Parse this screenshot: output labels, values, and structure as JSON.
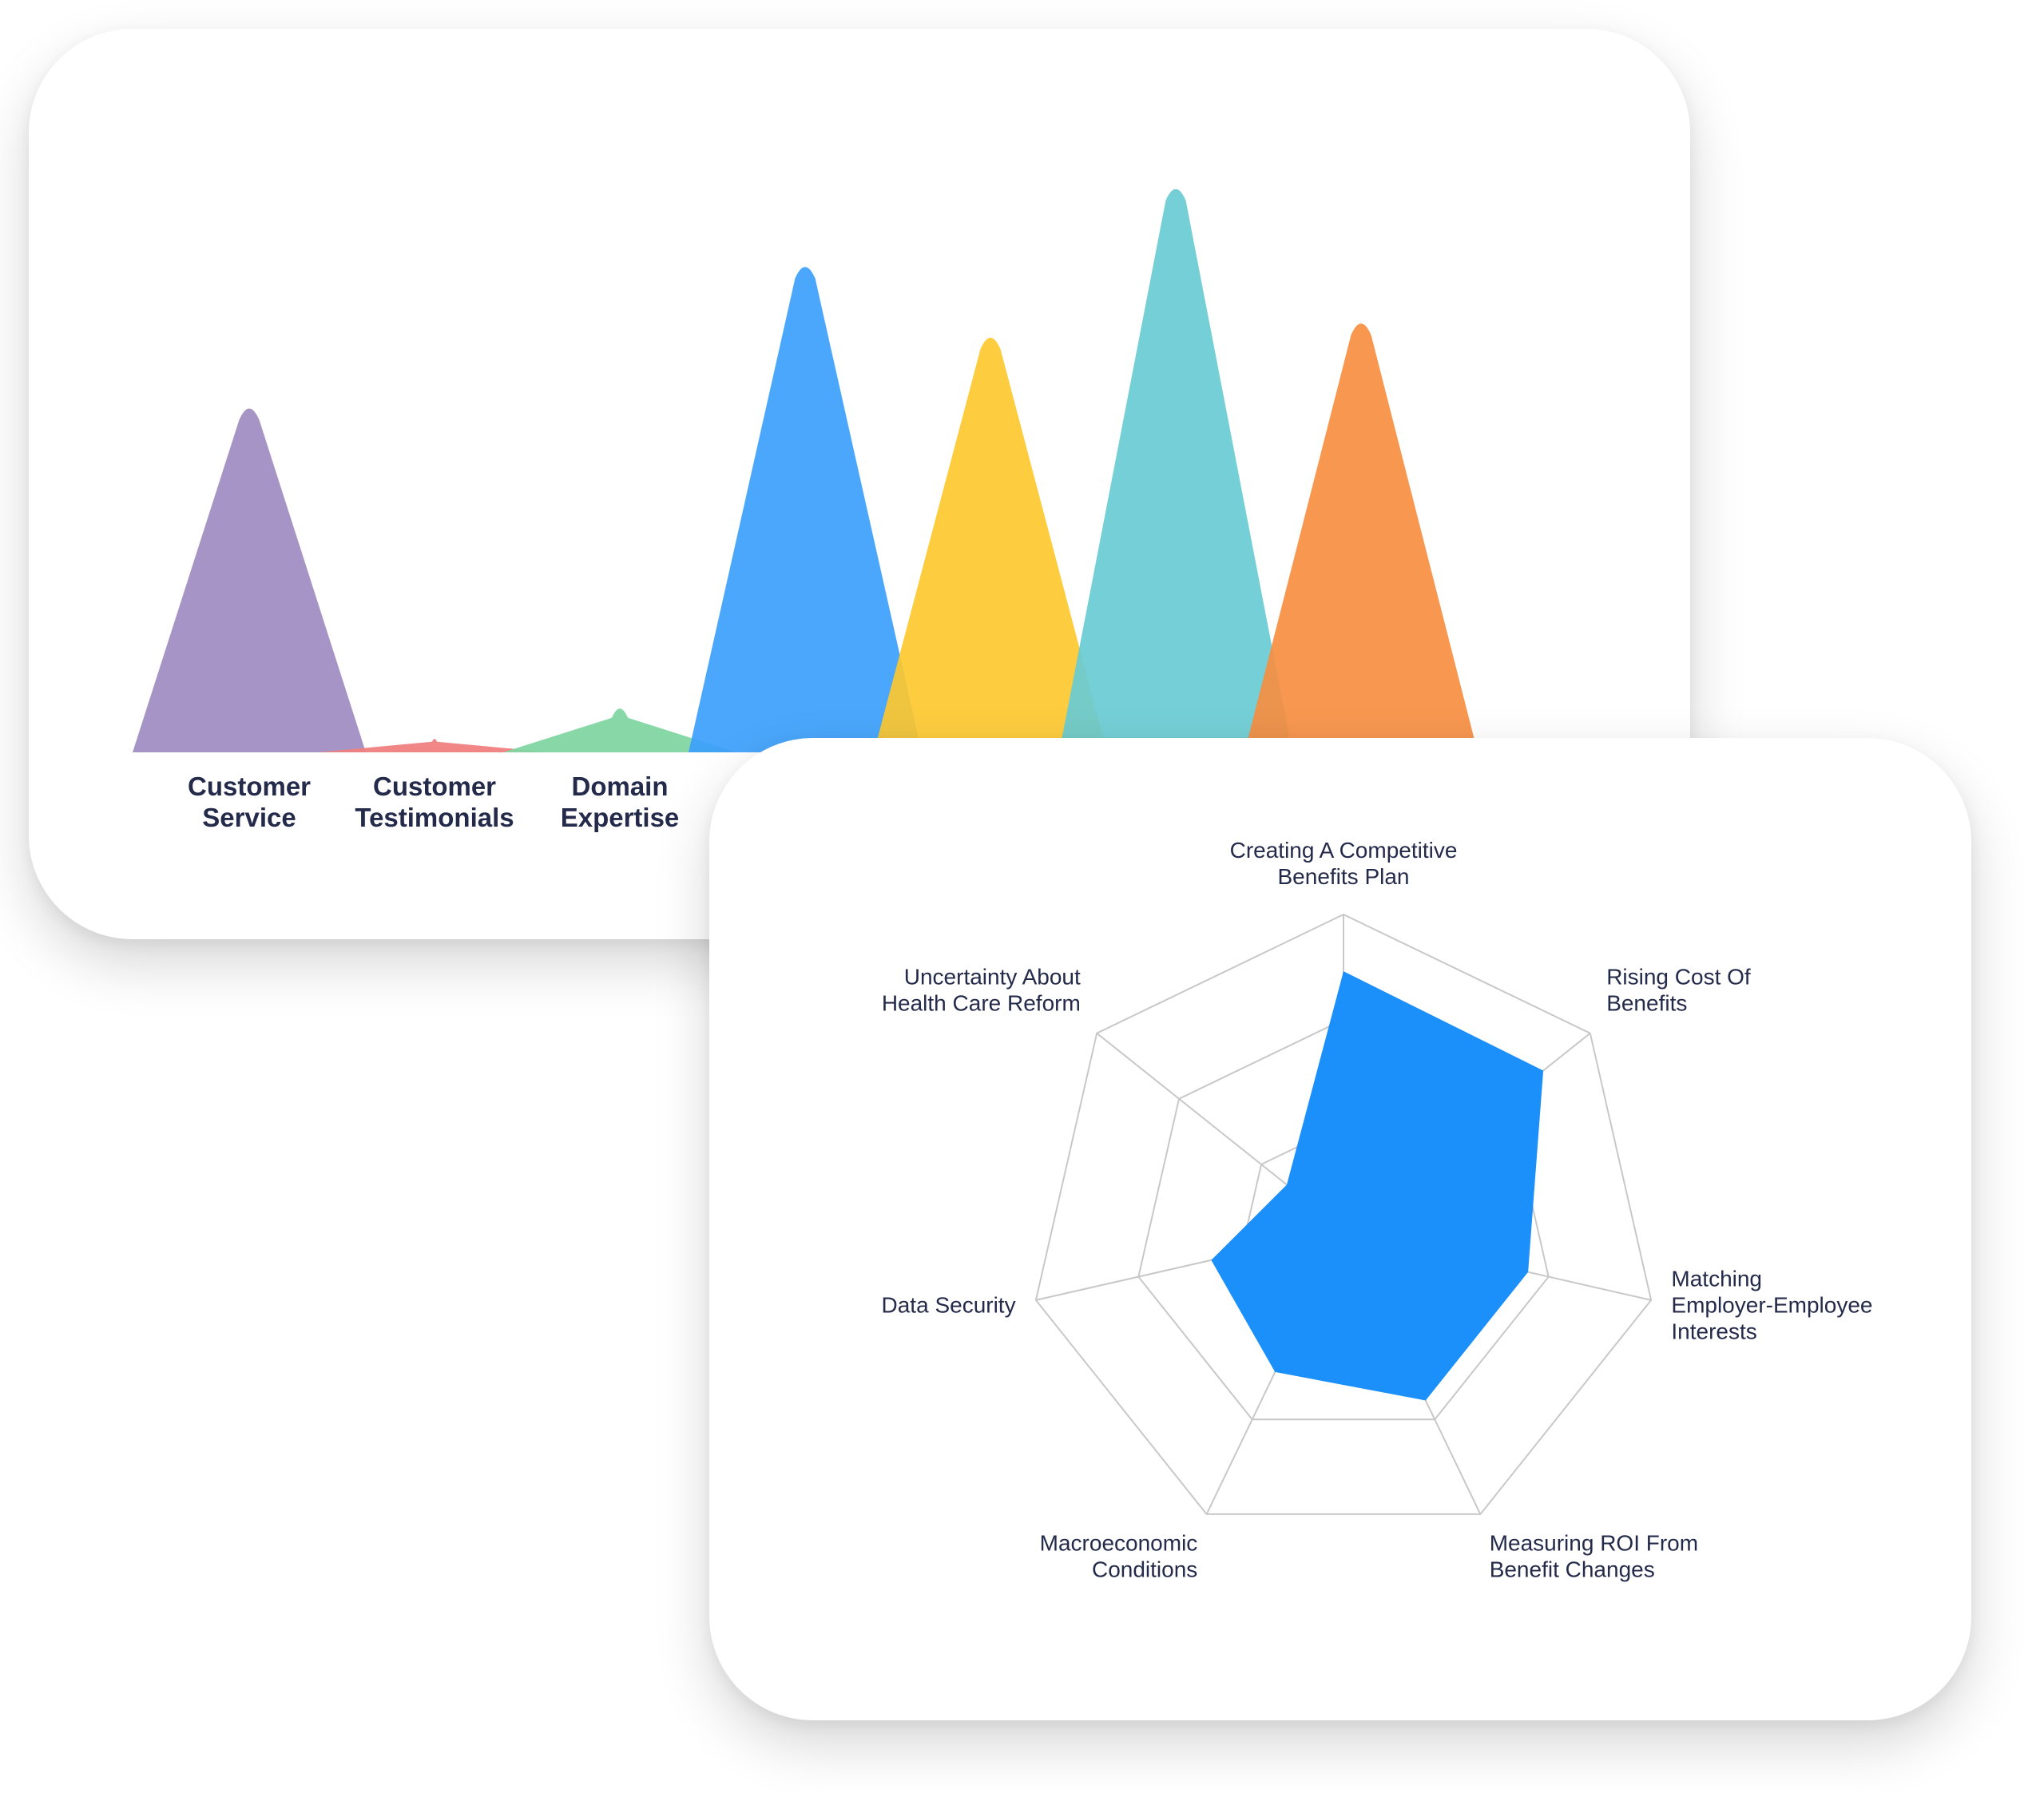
{
  "charts": {
    "peaks": {
      "colors": [
        "#a08ec2",
        "#ef7f7f",
        "#82d6a2",
        "#3b9ffb",
        "#fdc82f",
        "#69cbd2",
        "#f68e41"
      ],
      "chart_data": {
        "type": "area",
        "title": "",
        "xlabel": "",
        "ylabel": "",
        "categories": [
          [
            "Customer",
            "Service"
          ],
          [
            "Customer",
            "Testimonials"
          ],
          [
            "Domain",
            "Expertise"
          ],
          null,
          null,
          null,
          null
        ],
        "values": [
          49,
          2,
          6.5,
          69,
          59,
          80,
          61
        ],
        "ylim": [
          0,
          100
        ],
        "grid": false,
        "legend": "none"
      }
    },
    "radar": {
      "fill_color": "#1b8ffa",
      "grid_color": "#c8c8c8",
      "chart_data": {
        "type": "radar",
        "title": "",
        "axes": [
          [
            "Creating A Competitive",
            "Benefits Plan"
          ],
          [
            "Rising Cost Of",
            "Benefits"
          ],
          [
            "Matching",
            "Employer-Employee",
            "Interests"
          ],
          [
            "Measuring ROI From",
            "Benefit Changes"
          ],
          [
            "Macroeconomic",
            "Conditions"
          ],
          [
            "Data Security"
          ],
          [
            "Uncertainty About",
            "Health Care Reform"
          ]
        ],
        "values": [
          0.82,
          0.81,
          0.6,
          0.6,
          0.5,
          0.43,
          0.23
        ],
        "rlim": [
          0,
          1
        ],
        "rings": 3,
        "grid": true
      }
    }
  }
}
